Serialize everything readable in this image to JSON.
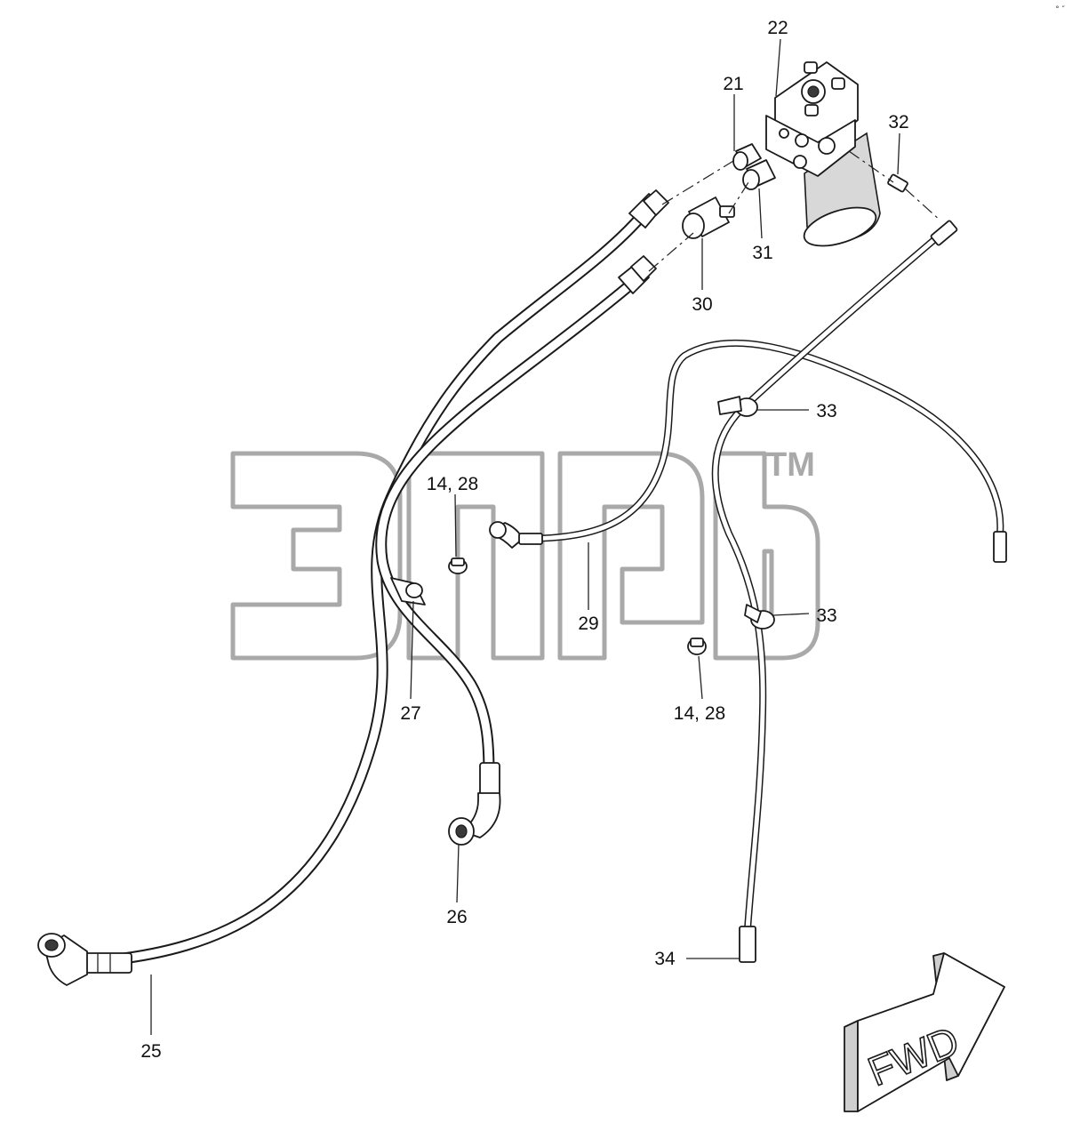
{
  "diagram": {
    "callouts": [
      {
        "id": "c22",
        "text": "22"
      },
      {
        "id": "c21",
        "text": "21"
      },
      {
        "id": "c32",
        "text": "32"
      },
      {
        "id": "c31",
        "text": "31"
      },
      {
        "id": "c30",
        "text": "30"
      },
      {
        "id": "c33a",
        "text": "33"
      },
      {
        "id": "c33b",
        "text": "33"
      },
      {
        "id": "c1428a",
        "text": "14, 28"
      },
      {
        "id": "c1428b",
        "text": "14, 28"
      },
      {
        "id": "c29",
        "text": "29"
      },
      {
        "id": "c27",
        "text": "27"
      },
      {
        "id": "c26",
        "text": "26"
      },
      {
        "id": "c25",
        "text": "25"
      },
      {
        "id": "c34",
        "text": "34"
      }
    ],
    "watermark": {
      "trademark": "TM"
    },
    "direction_arrow": {
      "label": "FWD"
    }
  },
  "corner_mark": "° ″"
}
